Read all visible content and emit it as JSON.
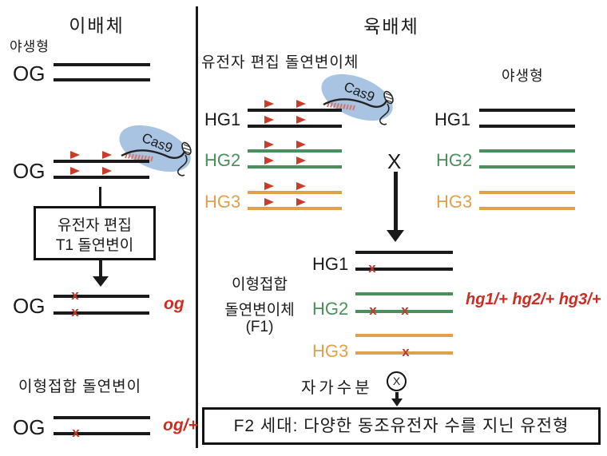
{
  "diagram": {
    "cas9_label": "Cas9",
    "mutation_mark": "x",
    "left_panel": {
      "title": "이배체",
      "wildtype_label": "야생형",
      "gene_label": "OG",
      "process_box_line1": "유전자 편집",
      "process_box_line2": "T1 돌연변이",
      "mutant_allele": "og",
      "het_mutant_label": "이형접합 돌연변이",
      "het_allele": "og/+"
    },
    "right_panel": {
      "title": "육배체",
      "edited_mutant_label": "유전자 편집 돌연변이체",
      "gene1_label": "HG1",
      "gene2_label": "HG2",
      "gene3_label": "HG3",
      "wildtype_label": "야생형",
      "cross_symbol": "X",
      "f1_label_line1": "이형접합",
      "f1_label_line2": "돌연변이체",
      "f1_label_line3": "(F1)",
      "f1_alleles": "hg1/+ hg2/+ hg3/+",
      "selfing_label": "자가수분",
      "selfing_symbol": "X",
      "f2_box_text": "F2 세대: 다양한 동조유전자 수를 지닌 유전형"
    },
    "colors": {
      "chromosome_black": "#1a1a1a",
      "chromosome_green": "#4a8f5c",
      "chromosome_orange": "#e0a14e",
      "target_red": "#cc3b2a",
      "mutation_red": "#c0392b",
      "allele_text_red": "#cc2d22",
      "cas9_blue": "#a9c4e2"
    }
  }
}
